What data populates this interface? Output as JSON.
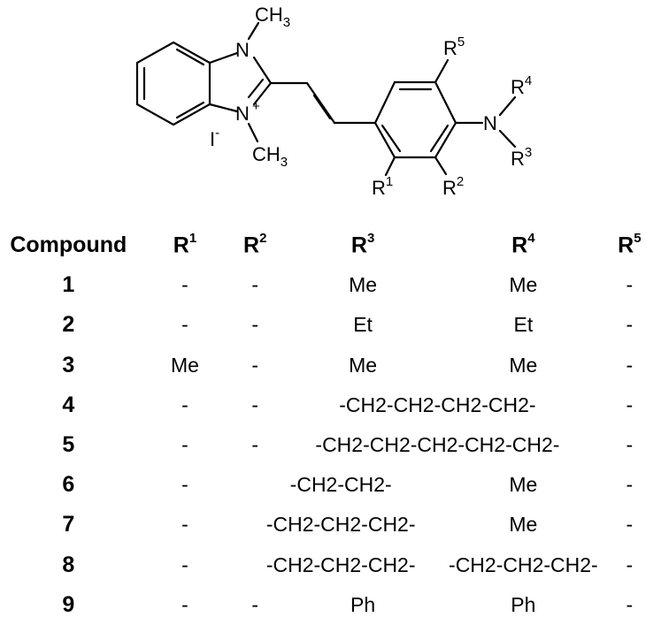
{
  "structure": {
    "methyl_top": "CH",
    "methyl_top_sub": "3",
    "n_top": "N",
    "n_bottom": "N",
    "plus": "+",
    "counterion": "I",
    "counterion_charge": "-",
    "methyl_bottom": "CH",
    "methyl_bottom_sub": "3",
    "amine_n": "N",
    "r1": "R",
    "r1_sup": "1",
    "r2": "R",
    "r2_sup": "2",
    "r3": "R",
    "r3_sup": "3",
    "r4": "R",
    "r4_sup": "4",
    "r5": "R",
    "r5_sup": "5"
  },
  "table": {
    "headers": [
      {
        "base": "Compound",
        "sup": ""
      },
      {
        "base": "R",
        "sup": "1"
      },
      {
        "base": "R",
        "sup": "2"
      },
      {
        "base": "R",
        "sup": "3"
      },
      {
        "base": "R",
        "sup": "4"
      },
      {
        "base": "R",
        "sup": "5"
      }
    ],
    "rows": [
      {
        "id": "1",
        "r1": "-",
        "r2": "-",
        "r3": "Me",
        "r4": "Me",
        "r5": "-"
      },
      {
        "id": "2",
        "r1": "-",
        "r2": "-",
        "r3": "Et",
        "r4": "Et",
        "r5": "-"
      },
      {
        "id": "3",
        "r1": "Me",
        "r2": "-",
        "r3": "Me",
        "r4": "Me",
        "r5": "-"
      },
      {
        "id": "4",
        "r1": "-",
        "r2": "-",
        "r34": "-CH2-CH2-CH2-CH2-",
        "r5": "-"
      },
      {
        "id": "5",
        "r1": "-",
        "r2": "-",
        "r34": "-CH2-CH2-CH2-CH2-CH2-",
        "r5": "-"
      },
      {
        "id": "6",
        "r1": "-",
        "r23": "-CH2-CH2-",
        "r4": "Me",
        "r5": "-"
      },
      {
        "id": "7",
        "r1": "-",
        "r23": "-CH2-CH2-CH2-",
        "r4": "Me",
        "r5": "-"
      },
      {
        "id": "8",
        "r1": "-",
        "r23": "-CH2-CH2-CH2-",
        "r4": "-CH2-CH2-CH2-",
        "r5": "-"
      },
      {
        "id": "9",
        "r1": "-",
        "r2": "-",
        "r3": "Ph",
        "r4": "Ph",
        "r5": "-"
      }
    ]
  }
}
